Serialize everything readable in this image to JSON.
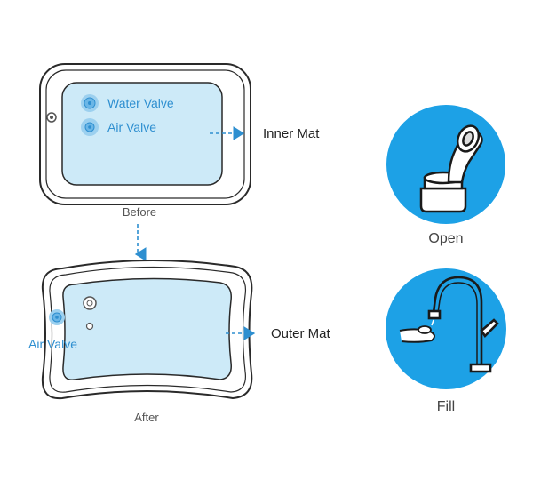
{
  "labels": {
    "water_valve": "Water Valve",
    "air_valve_top": "Air Valve",
    "inner_mat": "Inner Mat",
    "before": "Before",
    "air_valve_bottom": "Air Valve",
    "outer_mat": "Outer Mat",
    "after": "After",
    "open": "Open",
    "fill": "Fill"
  },
  "colors": {
    "mat_fill": "#cdeaf8",
    "valve_blue": "#2e8fd0",
    "circle_blue": "#1da1e6",
    "outline": "#2a2a2a",
    "caption_gray": "#555555"
  },
  "icons": [
    "water-valve-icon",
    "air-valve-icon",
    "bottle-with-cap-icon",
    "faucet-icon"
  ]
}
